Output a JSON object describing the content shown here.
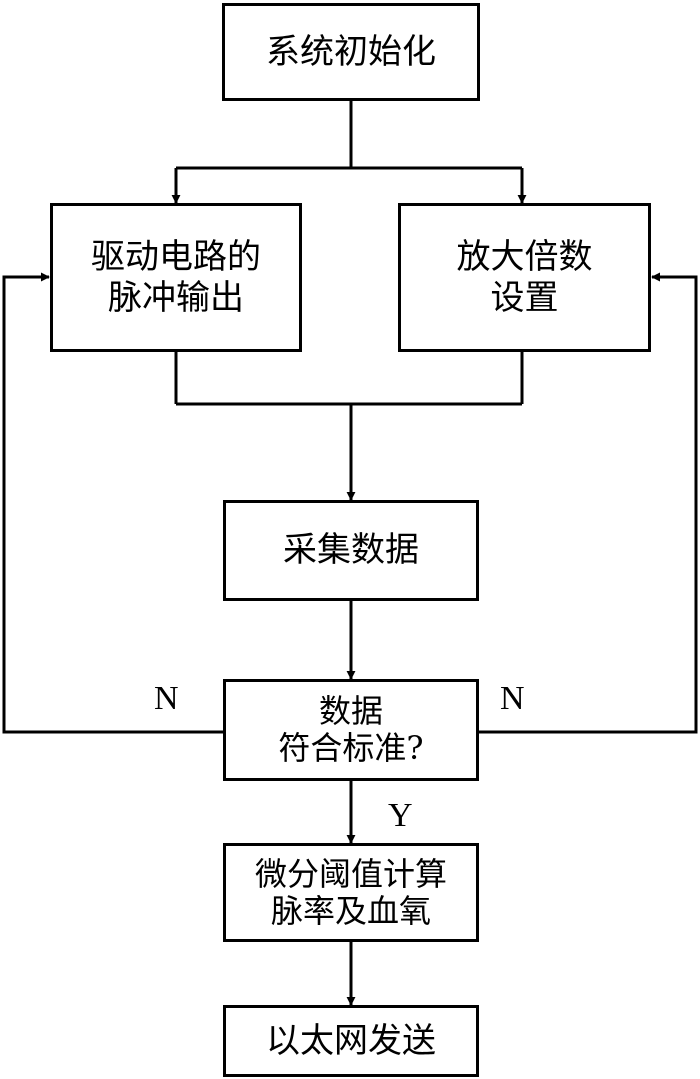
{
  "nodes": {
    "init": {
      "lines": [
        "系统初始化"
      ]
    },
    "pulse": {
      "lines": [
        "驱动电路的",
        "脉冲输出"
      ]
    },
    "gain": {
      "lines": [
        "放大倍数",
        "设置"
      ]
    },
    "collect": {
      "lines": [
        "采集数据"
      ]
    },
    "check": {
      "lines": [
        "数据",
        "符合标准?"
      ]
    },
    "compute": {
      "lines": [
        "微分阈值计算",
        "脉率及血氧"
      ]
    },
    "send": {
      "lines": [
        "以太网发送"
      ]
    }
  },
  "edge_labels": {
    "no_left": "N",
    "no_right": "N",
    "yes": "Y"
  },
  "colors": {
    "stroke": "#000000",
    "fill": "#ffffff"
  }
}
